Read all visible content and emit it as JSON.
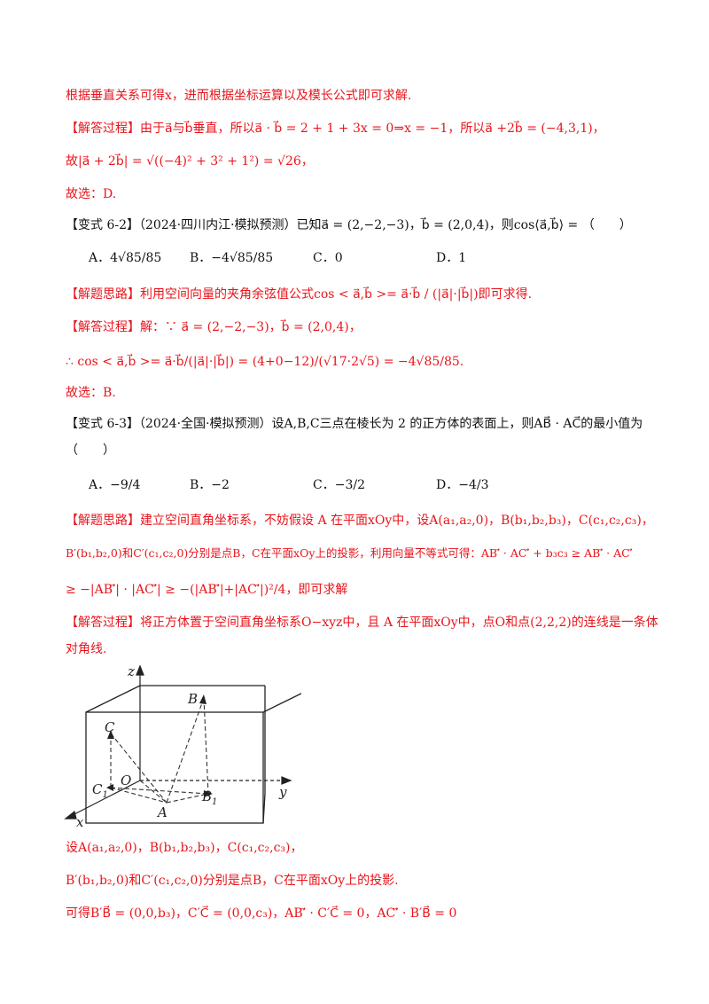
{
  "lines": {
    "l1": "根据垂直关系可得x，进而根据坐标运算以及模长公式即可求解.",
    "l2_tag": "【解答过程】",
    "l2_text": "由于a⃗与b⃗垂直，所以a⃗ · b⃗ = 2 + 1 + 3x = 0⇒x = −1，所以a⃗ +2b⃗ = (−4,3,1)，",
    "l3": "故|a⃗ + 2b⃗| = √((−4)² + 3² + 1²) = √26，",
    "l4": "故选：D.",
    "v62_tag": "【变式 6-2】",
    "v62_text": "（2024·四川内江·模拟预测）已知a⃗ = (2,−2,−3)，b⃗ = (2,0,4)，则cos⟨a⃗,b⃗⟩ = （　　）",
    "v62_opts": [
      "A．4√85/85",
      "B．−4√85/85",
      "C．0",
      "D．1"
    ],
    "v62_think_tag": "【解题思路】",
    "v62_think": "利用空间向量的夹角余弦值公式cos < a⃗,b⃗ >= a⃗·b⃗ / (|a⃗|·|b⃗|)即可求得.",
    "v62_sol_tag": "【解答过程】",
    "v62_sol": "解：∵ a⃗ = (2,−2,−3)，b⃗ = (2,0,4)，",
    "v62_calc": "∴ cos < a⃗,b⃗ >= a⃗·b⃗/(|a⃗|·|b⃗|) = (4+0−12)/(√17·2√5) = −4√85/85.",
    "v62_ans": "故选：B.",
    "v63_tag": "【变式 6-3】",
    "v63_text": "（2024·全国·模拟预测）设A,B,C三点在棱长为 2 的正方体的表面上，则AB⃗ · AC⃗的最小值为",
    "v63_paren": "（　　）",
    "v63_opts": [
      "A．−9/4",
      "B．−2",
      "C．−3/2",
      "D．−4/3"
    ],
    "v63_think_tag": "【解题思路】",
    "v63_think1": "建立空间直角坐标系，不妨假设 A 在平面xOy中，设A(a₁,a₂,0)，B(b₁,b₂,b₃)，C(c₁,c₂,c₃)，",
    "v63_think2": "B′(b₁,b₂,0)和C′(c₁,c₂,0)分别是点B，C在平面xOy上的投影，利用向量不等式可得：AB′⃗ · AC′⃗ + b₃c₃ ≥ AB′⃗ · AC′⃗",
    "v63_think3": "≥ −|AB′⃗| · |AC′⃗| ≥ −(|AB′⃗|+|AC′⃗|)²/4，即可求解",
    "v63_sol_tag": "【解答过程】",
    "v63_sol1": "将正方体置于空间直角坐标系O−xyz中，且 A 在平面xOy中，点O和点(2,2,2)的连线是一条体",
    "v63_sol2": "对角线.",
    "after1": "设A(a₁,a₂,0)，B(b₁,b₂,b₃)，C(c₁,c₂,c₃)，",
    "after2": "B′(b₁,b₂,0)和C′(c₁,c₂,0)分别是点B，C在平面xOy上的投影.",
    "after3": "可得B′B⃗ = (0,0,b₃)，C′C⃗ = (0,0,c₃)，AB′⃗ · C′C⃗ = 0，AC′⃗ · B′B⃗ = 0"
  },
  "figure": {
    "label_z": "z",
    "label_y": "y",
    "label_x": "x",
    "label_B": "B",
    "label_C": "C",
    "label_O": "O",
    "label_C1": "C",
    "label_C1_sub": "1",
    "label_B1": "B",
    "label_B1_sub": "1",
    "label_A": "A"
  }
}
